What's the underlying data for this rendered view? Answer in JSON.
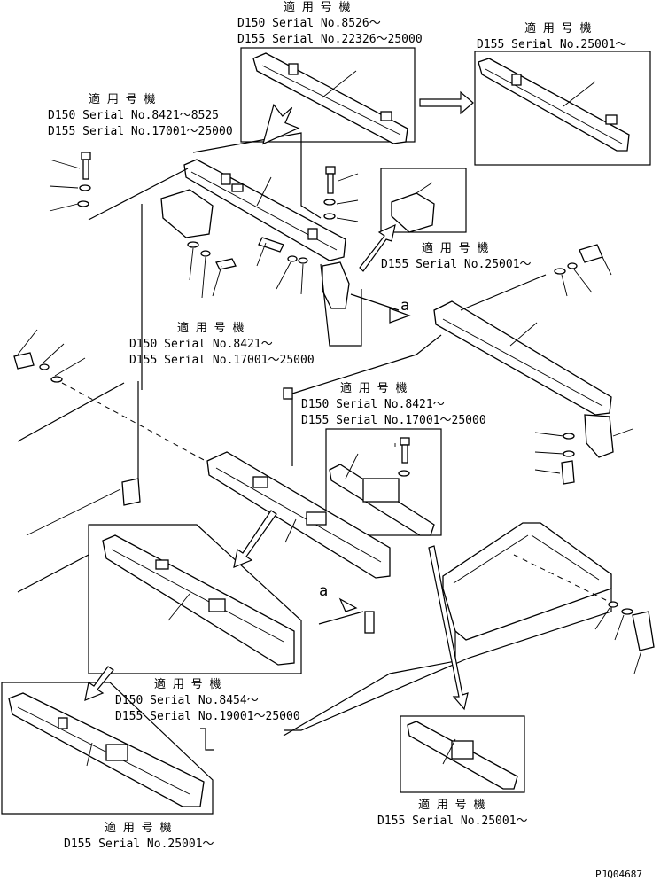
{
  "labels": {
    "l1": {
      "a": "適 用 号 機",
      "b": "D150 Serial No.8526～",
      "c": "D155 Serial No.22326～25000"
    },
    "l2": {
      "a": "適 用 号 機",
      "b": "D155 Serial No.25001～"
    },
    "l3": {
      "a": "適 用 号 機",
      "b": "D150 Serial No.8421～8525",
      "c": "D155 Serial No.17001～25000"
    },
    "l4": {
      "a": "適 用 号 機",
      "b": "D155 Serial No.25001～"
    },
    "l5": {
      "a": "適 用 号 機",
      "b": "D150 Serial No.8421～",
      "c": "D155 Serial No.17001～25000"
    },
    "l6": {
      "a": "適 用 号 機",
      "b": "D150 Serial No.8421～",
      "c": "D155 Serial No.17001～25000"
    },
    "l7": {
      "a": "適 用 号 機",
      "b": "D150 Serial No.8454～",
      "c": "D155 Serial No.19001～25000"
    },
    "l8": {
      "a": "適 用 号 機",
      "b": "D155 Serial No.25001～"
    },
    "l9": {
      "a": "適 用 号 機",
      "b": "D155 Serial No.25001～"
    }
  },
  "markers": {
    "a1": "a",
    "a2": "a"
  },
  "figure_code": "PJQ04687"
}
